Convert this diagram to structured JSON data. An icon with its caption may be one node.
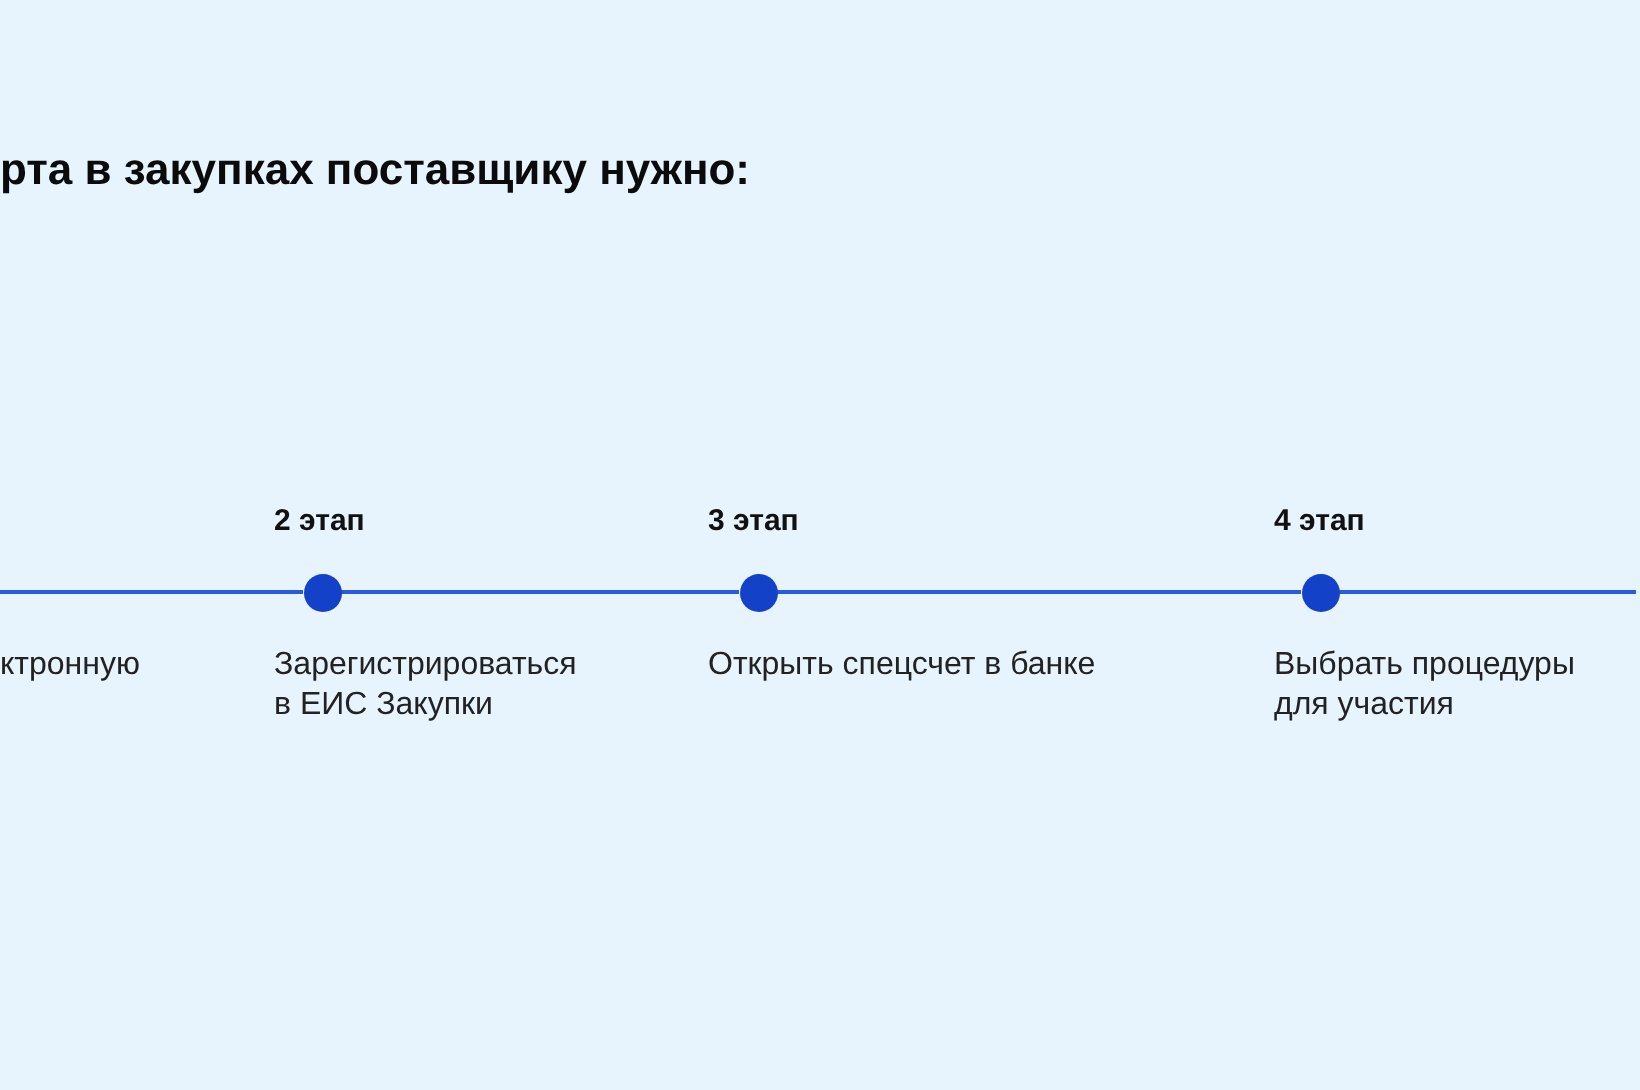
{
  "diagram": {
    "title": "рта в закупках поставщику нужно:",
    "nodes": [
      {
        "text": [],
        "shape": "circle",
        "beside": [
          "2 этап",
          "Зарегистрироваться в ЕИС Закупки"
        ]
      },
      {
        "text": [],
        "shape": "circle",
        "beside": [
          "3 этап",
          "Открыть спецсчет в банке"
        ]
      },
      {
        "text": [],
        "shape": "circle",
        "beside": [
          "4 этап",
          "Выбрать процедуры для участия"
        ]
      }
    ],
    "edges": [
      {
        "from": null,
        "to": 0,
        "arrow": "none"
      },
      {
        "from": 0,
        "to": 1,
        "arrow": "none"
      },
      {
        "from": 1,
        "to": 2,
        "arrow": "none"
      },
      {
        "from": 2,
        "to": null,
        "arrow": "none"
      }
    ],
    "labels": [
      "ктронную"
    ]
  }
}
